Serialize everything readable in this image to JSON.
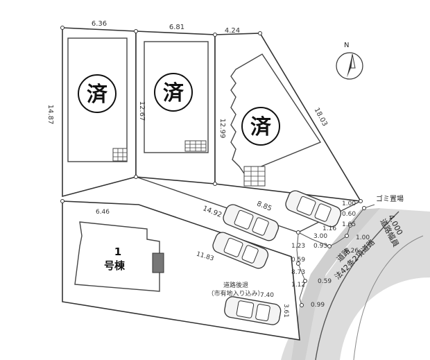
{
  "lots": {
    "a": {
      "top_width": "6.36",
      "side": "14.87",
      "status": "済"
    },
    "b": {
      "top_width": "6.81",
      "side": "12.67",
      "status": "済"
    },
    "c": {
      "top_width": "4.24",
      "side_left": "12.99",
      "side_right": "18.03",
      "status": "済"
    }
  },
  "house1": {
    "number": "1",
    "name": "号棟",
    "top_width": "6.46",
    "side": "14.92",
    "bottom_side": "8.85",
    "right_side": "11.83",
    "front": "7.40",
    "front_right": "3.61"
  },
  "frontage_dims": [
    "1.00",
    "0.60",
    "1.05",
    "1.16",
    "3.00",
    "0.93",
    "0.26",
    "1.23",
    "0.59",
    "8.73",
    "1.12",
    "0.59",
    "0.99",
    "1.00"
  ],
  "annotations": {
    "garbage": "ゴミ置場",
    "road_width_label": "道路幅員",
    "road_width_value": "4.000",
    "road_type": "道路",
    "road_law": "法42条2項道路",
    "boundary_note": "道路後退",
    "boundary_note_2": "（市有地入り込み）"
  },
  "compass": {
    "label": "N"
  }
}
